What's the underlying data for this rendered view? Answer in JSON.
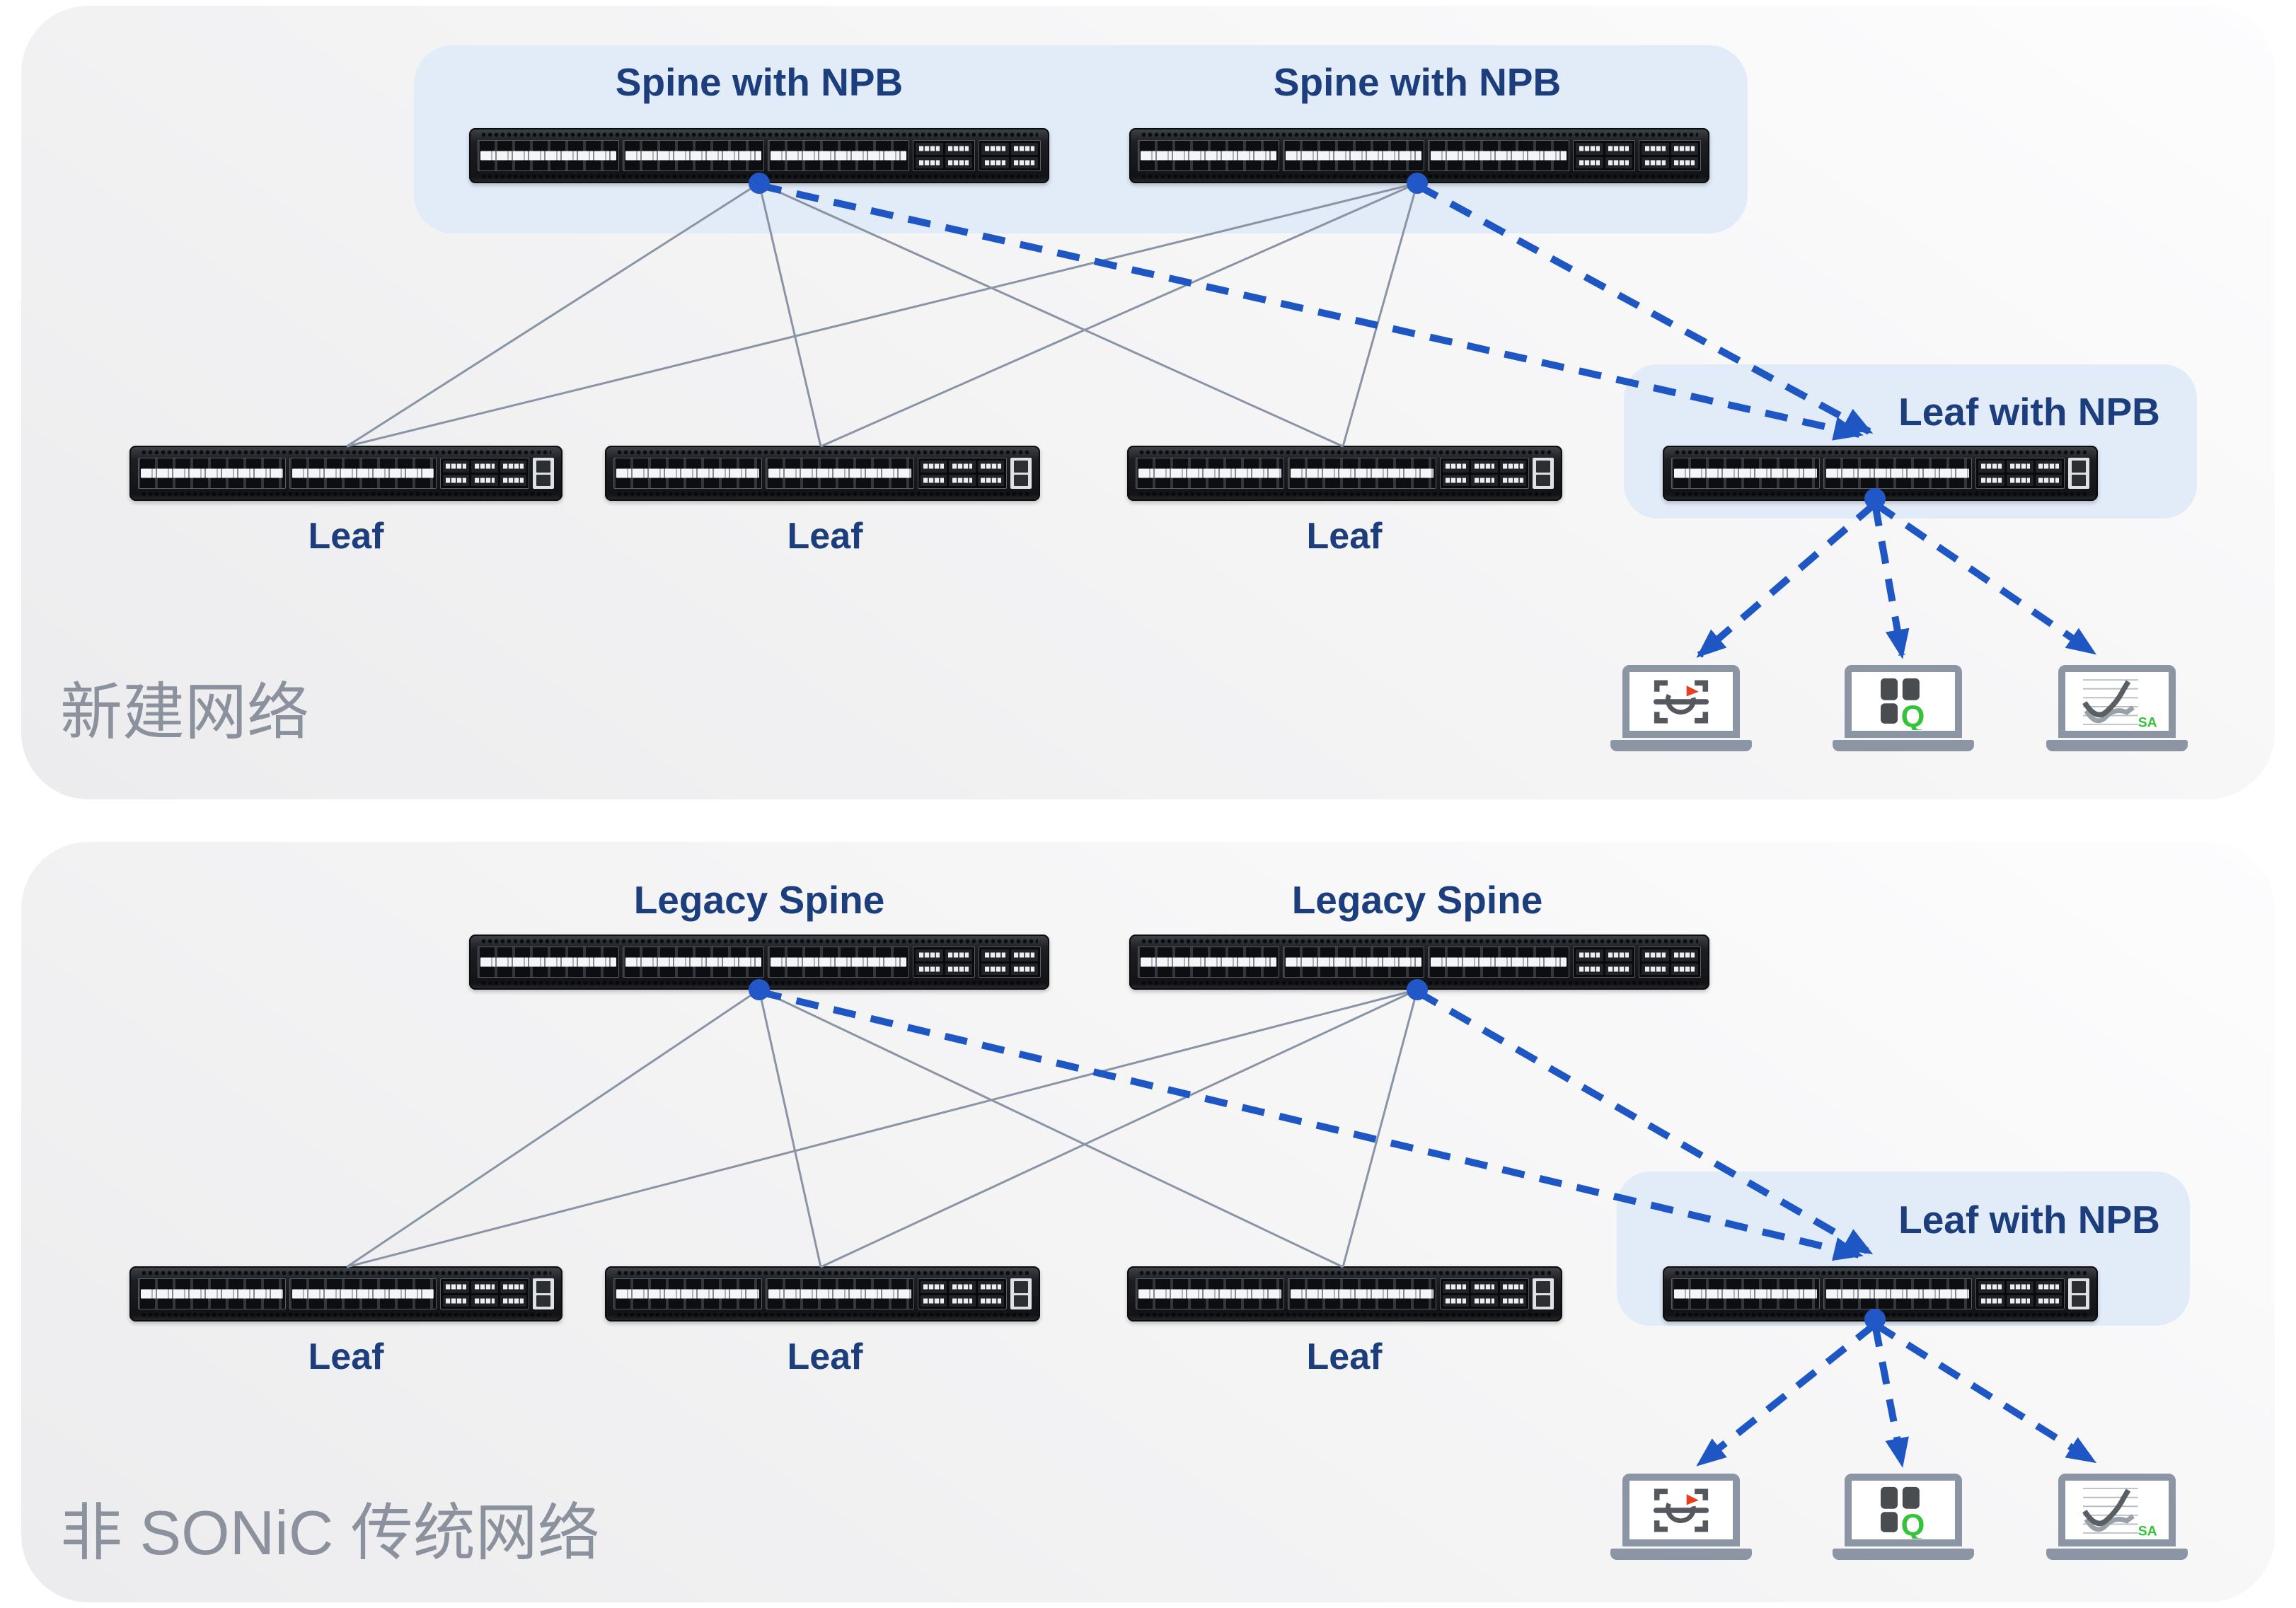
{
  "colors": {
    "navy_label": "#1c3e7d",
    "gray_caption": "#8b929e",
    "fabric_line_gray": "#8994a6",
    "mirror_line_blue": "#1e56c4",
    "highlight_blue": "#e2ebf8",
    "tool_green": "#35c33b",
    "tool_red": "#e8401c"
  },
  "panel1": {
    "caption": "新建网络",
    "spine1_label": "Spine with NPB",
    "spine2_label": "Spine with NPB",
    "leaf1_label": "Leaf",
    "leaf2_label": "Leaf",
    "leaf3_label": "Leaf",
    "npb_label": "Leaf with NPB"
  },
  "panel2": {
    "caption": "非 SONiC 传统网络",
    "spine1_label": "Legacy Spine",
    "spine2_label": "Legacy Spine",
    "leaf1_label": "Leaf",
    "leaf2_label": "Leaf",
    "leaf3_label": "Leaf",
    "npb_label": "Leaf with NPB"
  },
  "tools": {
    "icons": [
      "scan-sync-icon",
      "app-grid-icon",
      "trend-chart-icon"
    ],
    "analyzer_badge": "",
    "query_badge": "Q",
    "sa_badge": "SA"
  },
  "edges": {
    "new_network": {
      "solid": [
        [
          "spine-1",
          "leaf-1"
        ],
        [
          "spine-1",
          "leaf-2"
        ],
        [
          "spine-1",
          "leaf-3"
        ],
        [
          "spine-2",
          "leaf-1"
        ],
        [
          "spine-2",
          "leaf-2"
        ],
        [
          "spine-2",
          "leaf-3"
        ]
      ],
      "dashed": [
        [
          "spine-1",
          "leaf-with-npb"
        ],
        [
          "spine-2",
          "leaf-with-npb"
        ],
        [
          "leaf-with-npb",
          "tool-1"
        ],
        [
          "leaf-with-npb",
          "tool-2"
        ],
        [
          "leaf-with-npb",
          "tool-3"
        ]
      ]
    },
    "legacy_network": {
      "solid": [
        [
          "spine-1",
          "leaf-1"
        ],
        [
          "spine-1",
          "leaf-2"
        ],
        [
          "spine-1",
          "leaf-3"
        ],
        [
          "spine-2",
          "leaf-1"
        ],
        [
          "spine-2",
          "leaf-2"
        ],
        [
          "spine-2",
          "leaf-3"
        ]
      ],
      "dashed": [
        [
          "spine-1",
          "leaf-with-npb"
        ],
        [
          "spine-2",
          "leaf-with-npb"
        ],
        [
          "leaf-with-npb",
          "tool-1"
        ],
        [
          "leaf-with-npb",
          "tool-2"
        ],
        [
          "leaf-with-npb",
          "tool-3"
        ]
      ]
    }
  }
}
